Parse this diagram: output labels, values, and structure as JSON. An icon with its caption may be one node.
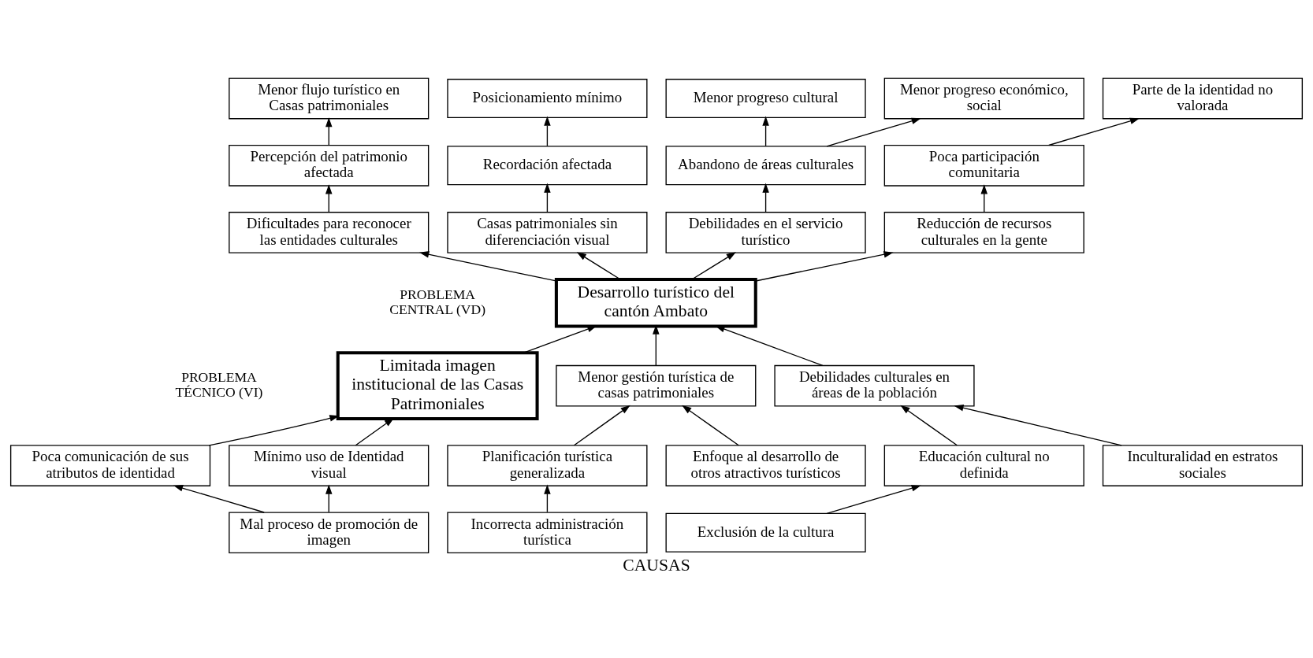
{
  "diagram": {
    "caption": "CAUSAS",
    "nodes": [
      {
        "text": [
          "Menor flujo turístico en Casas patrimoniales"
        ]
      },
      {
        "text": [
          "Posicionamiento mínimo"
        ]
      },
      {
        "text": [
          "Menor progreso cultural"
        ]
      },
      {
        "text": [
          "Menor progreso económico, social"
        ]
      },
      {
        "text": [
          "Parte de la identidad no valorada"
        ]
      },
      {
        "text": [
          "Percepción del patrimonio afectada"
        ]
      },
      {
        "text": [
          "Recordación afectada"
        ]
      },
      {
        "text": [
          "Abandono de áreas culturales"
        ]
      },
      {
        "text": [
          "Poca participación comunitaria"
        ]
      },
      {
        "text": [
          "Dificultades para reconocer las entidades culturales"
        ]
      },
      {
        "text": [
          "Casas patrimoniales sin diferenciación visual"
        ]
      },
      {
        "text": [
          "Debilidades en el servicio turístico"
        ]
      },
      {
        "text": [
          "Reducción de recursos culturales en la gente"
        ]
      },
      {
        "text": [
          "Desarrollo turístico del cantón Ambato"
        ]
      },
      {
        "text": [
          "Limitada imagen institucional de las Casas Patrimoniales"
        ]
      },
      {
        "text": [
          "Menor gestión turística de casas patrimoniales"
        ]
      },
      {
        "text": [
          "Debilidades culturales en áreas de la población"
        ]
      },
      {
        "text": [
          "Poca comunicación de sus atributos de identidad"
        ]
      },
      {
        "text": [
          "Mínimo uso de Identidad visual"
        ]
      },
      {
        "text": [
          "Planificación turística generalizada"
        ]
      },
      {
        "text": [
          "Enfoque al desarrollo de otros atractivos turísticos"
        ]
      },
      {
        "text": [
          "Educación cultural no definida"
        ]
      },
      {
        "text": [
          "Inculturalidad en estratos sociales"
        ]
      },
      {
        "text": [
          "Mal proceso de promoción de imagen"
        ]
      },
      {
        "text": [
          "Incorrecta administración turística"
        ]
      },
      {
        "text": [
          "Exclusión de la cultura"
        ]
      }
    ],
    "edges": [
      {
        "from": 5,
        "to": 0,
        "arrow": "to"
      },
      {
        "from": 6,
        "to": 1,
        "arrow": "to"
      },
      {
        "from": 7,
        "to": 2,
        "arrow": "to"
      },
      {
        "from": 7,
        "to": 3,
        "arrow": "to"
      },
      {
        "from": 8,
        "to": 4,
        "arrow": "to"
      },
      {
        "from": 9,
        "to": 5,
        "arrow": "to"
      },
      {
        "from": 10,
        "to": 6,
        "arrow": "to"
      },
      {
        "from": 11,
        "to": 7,
        "arrow": "to"
      },
      {
        "from": 12,
        "to": 8,
        "arrow": "to"
      },
      {
        "from": 13,
        "to": 9,
        "arrow": "to"
      },
      {
        "from": 13,
        "to": 10,
        "arrow": "to"
      },
      {
        "from": 13,
        "to": 11,
        "arrow": "to"
      },
      {
        "from": 13,
        "to": 12,
        "arrow": "to"
      },
      {
        "from": 14,
        "to": 13,
        "arrow": "to"
      },
      {
        "from": 15,
        "to": 13,
        "arrow": "to"
      },
      {
        "from": 16,
        "to": 13,
        "arrow": "to"
      },
      {
        "from": 17,
        "to": 14,
        "arrow": "to"
      },
      {
        "from": 18,
        "to": 14,
        "arrow": "to"
      },
      {
        "from": 19,
        "to": 15,
        "arrow": "to"
      },
      {
        "from": 20,
        "to": 15,
        "arrow": "to"
      },
      {
        "from": 21,
        "to": 16,
        "arrow": "to"
      },
      {
        "from": 22,
        "to": 16,
        "arrow": "to"
      },
      {
        "from": 23,
        "to": 17,
        "arrow": "to"
      },
      {
        "from": 23,
        "to": 18,
        "arrow": "to"
      },
      {
        "from": 24,
        "to": 19,
        "arrow": "to"
      },
      {
        "from": 25,
        "to": 21,
        "arrow": "to"
      }
    ],
    "labels": [
      "PROBLEMA CENTRAL (VD)",
      "PROBLEMA TÉCNICO (VI)"
    ]
  }
}
